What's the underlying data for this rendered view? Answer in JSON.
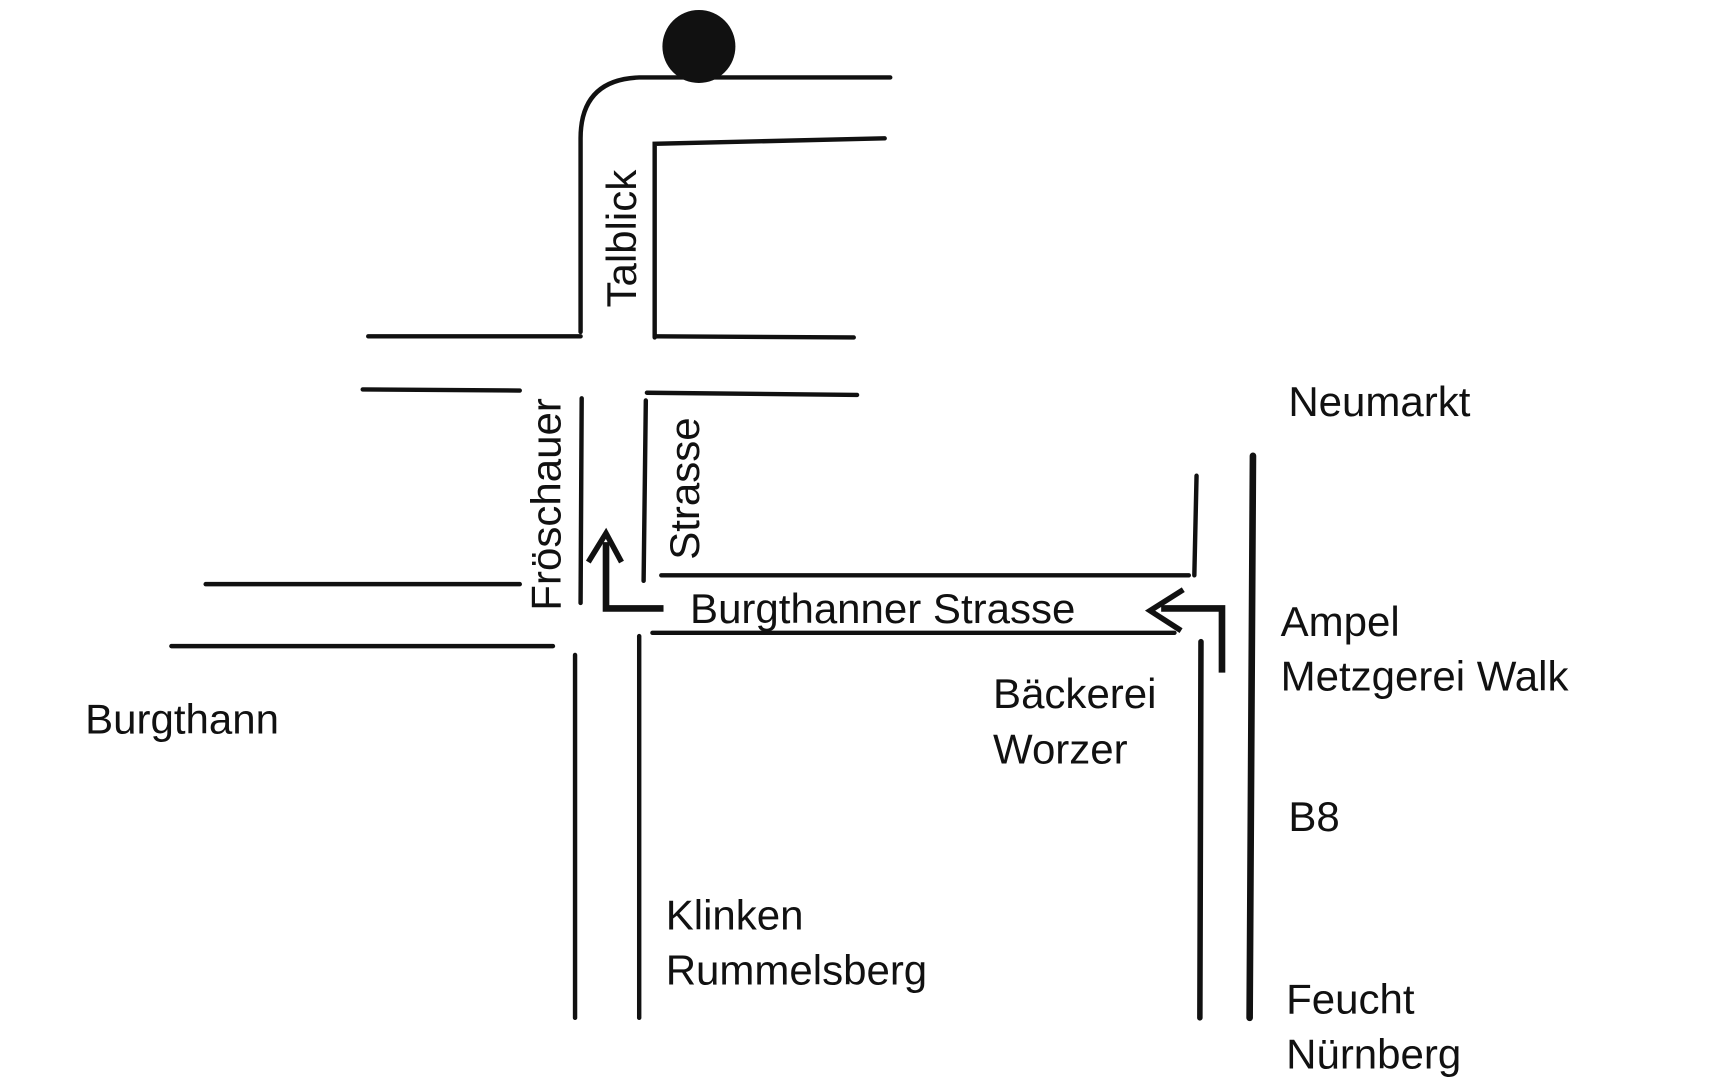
{
  "map": {
    "streets": {
      "talblick": "Talblick",
      "froeschauer": "Fröschauer",
      "strasse": "Strasse",
      "burgthanner": "Burgthanner Strasse"
    },
    "places": {
      "neumarkt": "Neumarkt",
      "ampel": "Ampel",
      "metzgerei": "Metzgerei Walk",
      "baeckerei": "Bäckerei",
      "worzer": "Worzer",
      "b8": "B8",
      "feucht": "Feucht",
      "nuernberg": "Nürnberg",
      "klinken": "Klinken",
      "rummelsberg": "Rummelsberg",
      "burgthann": "Burgthann"
    },
    "colors": {
      "ink": "#111111",
      "paper": "#ffffff"
    }
  }
}
